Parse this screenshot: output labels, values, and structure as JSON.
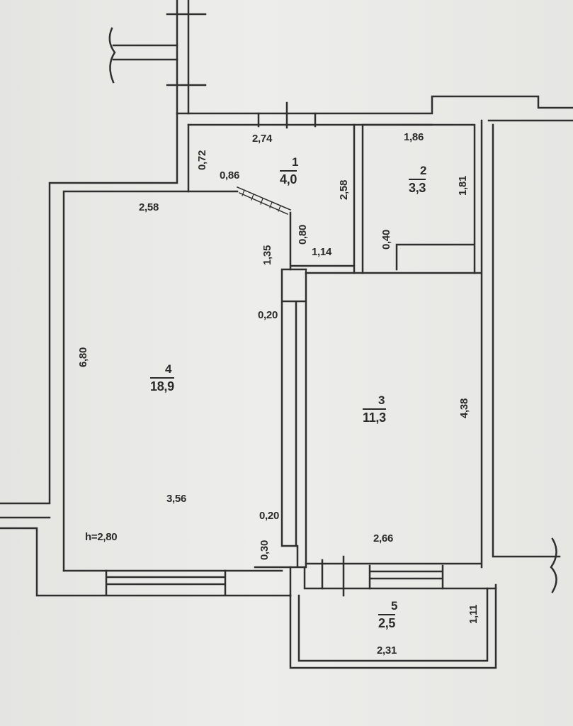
{
  "rooms": [
    {
      "number": "1",
      "area": "4,0"
    },
    {
      "number": "2",
      "area": "3,3"
    },
    {
      "number": "3",
      "area": "11,3"
    },
    {
      "number": "4",
      "area": "18,9"
    },
    {
      "number": "5",
      "area": "2,5"
    }
  ],
  "dimensions": {
    "r1_top": "2,74",
    "r1_left": "0,72",
    "r1_diag": "0,86",
    "r1_right": "2,58",
    "r1_door": "0,80",
    "r1_bottom": "1,14",
    "r2_top": "1,86",
    "r2_right": "1,81",
    "r2_left": "0,40",
    "r4_top": "2,58",
    "r4_left": "6,80",
    "r4_corner": "1,35",
    "r4_wall_top": "0,20",
    "r4_bottom": "3,56",
    "r4_wall_bottom": "0,20",
    "r4_wall_side": "0,30",
    "r3_right": "4,38",
    "r3_bottom": "2,66",
    "r5_right": "1,11",
    "r5_bottom": "2,31"
  },
  "ceiling_height": "h=2,80"
}
